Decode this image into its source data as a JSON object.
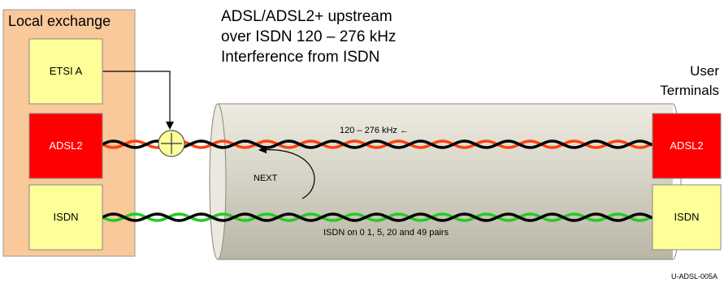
{
  "title_lines": [
    "ADSL/ADSL2+ upstream",
    "over ISDN  120 – 276 kHz",
    "Interference from ISDN"
  ],
  "local_exchange": {
    "label": "Local exchange",
    "boxes": {
      "etsi": "ETSI A",
      "adsl": "ADSL2",
      "isdn": "ISDN"
    }
  },
  "user_terminals": {
    "label_line1": "User",
    "label_line2": "Terminals",
    "boxes": {
      "adsl": "ADSL2",
      "isdn": "ISDN"
    }
  },
  "cable": {
    "freq_label": "120 – 276 kHz ←",
    "next_label": "NEXT",
    "pairs_label": "ISDN on 0 1, 5, 20 and 49 pairs"
  },
  "figure_id": "U-ADSL-005A",
  "colors": {
    "exchange_fill": "#f9c89b",
    "etsi_fill": "#ffff99",
    "adsl_fill": "#ff0000",
    "isdn_fill": "#ffff99",
    "cable_fill": "#dddacb",
    "adsl_wire": "#ff4010",
    "isdn_wire": "#22cc22",
    "black_wire": "#000000"
  }
}
